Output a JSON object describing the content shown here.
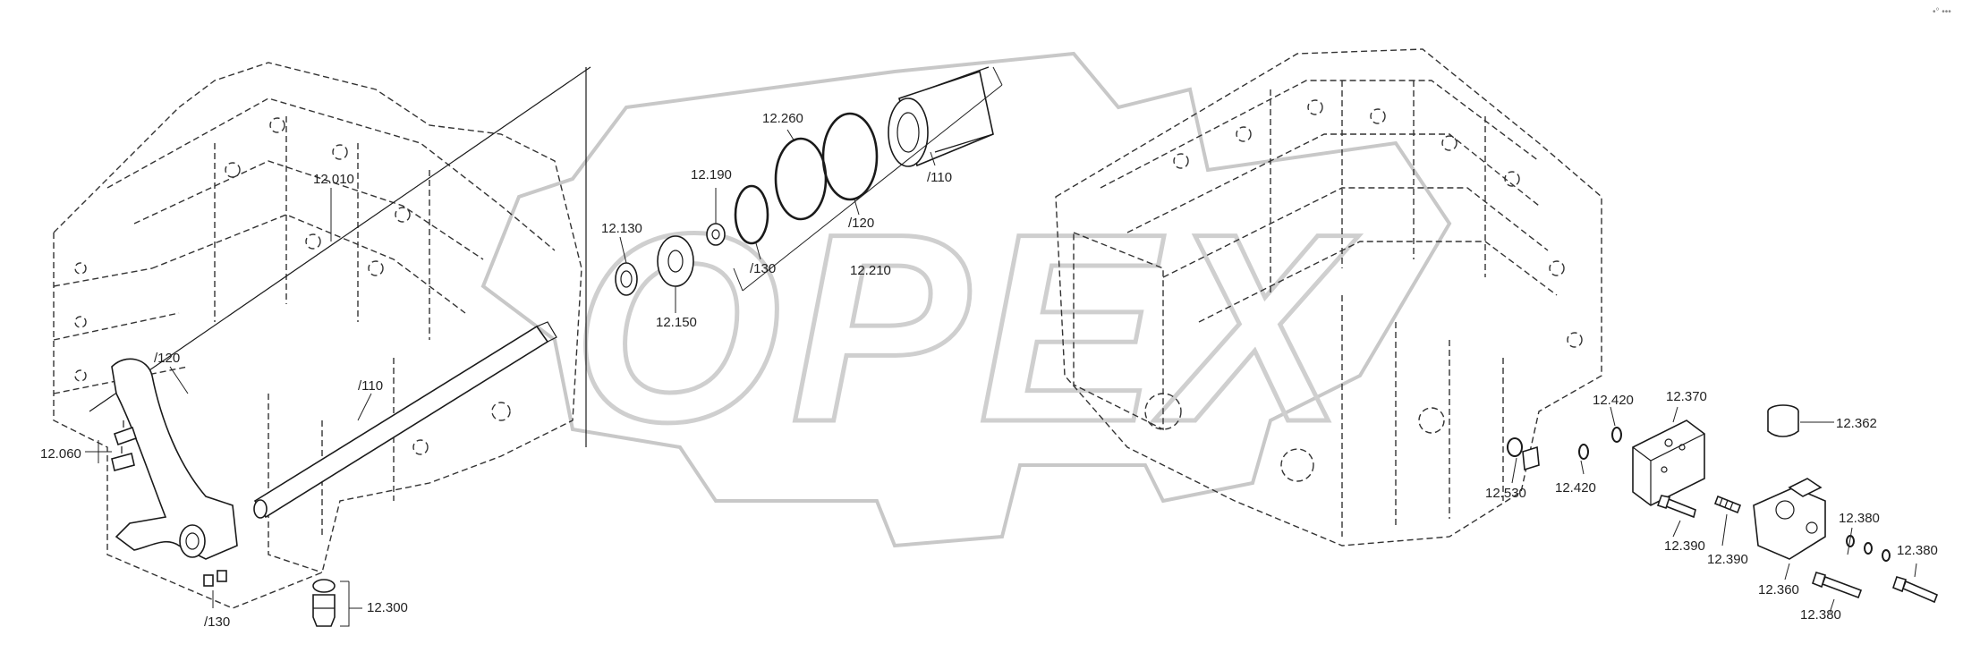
{
  "corner_mark": "•° •••",
  "watermark": "OPEX",
  "labels": {
    "l_12010": "12.010",
    "l_12060": "12.060",
    "l_120_left": "/120",
    "l_110_left": "/110",
    "l_130_left": "/130",
    "l_12300": "12.300",
    "l_12130": "12.130",
    "l_12150": "12.150",
    "l_12190": "12.190",
    "l_130_mid": "/130",
    "l_12260": "12.260",
    "l_120_mid": "/120",
    "l_12210": "12.210",
    "l_110_mid": "/110",
    "l_12420_top": "12.420",
    "l_12420_bot": "12.420",
    "l_12530": "12.530",
    "l_12370": "12.370",
    "l_12362": "12.362",
    "l_12390_a": "12.390",
    "l_12390_b": "12.390",
    "l_12380_a": "12.380",
    "l_12380_b": "12.380",
    "l_12360": "12.360",
    "l_12380_c": "12.380"
  }
}
